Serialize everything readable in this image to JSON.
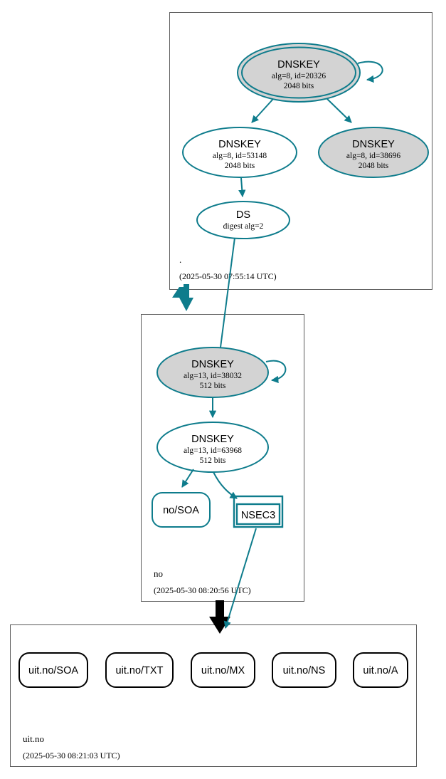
{
  "diagram": {
    "kind": "dnssec-authentication-chain",
    "colors": {
      "secure_teal": "#0e7c8c",
      "zone_border": "#5a5a5a",
      "node_gray_fill": "#d3d3d3",
      "node_white_fill": "#ffffff",
      "insecure_black": "#000000",
      "background": "#ffffff"
    }
  },
  "zones": [
    {
      "id": "root",
      "name": ".",
      "timestamp": "(2025-05-30 07:55:14 UTC)",
      "nodes": [
        {
          "id": "root-ksk",
          "type": "DNSKEY",
          "title": "DNSKEY",
          "line2": "alg=8, id=20326",
          "line3": "2048 bits",
          "shape": "doubleellipse",
          "fill": "#d3d3d3",
          "self_signed": true,
          "role": "ksk"
        },
        {
          "id": "root-zsk-53148",
          "type": "DNSKEY",
          "title": "DNSKEY",
          "line2": "alg=8, id=53148",
          "line3": "2048 bits",
          "shape": "ellipse",
          "fill": "#ffffff",
          "self_signed": false,
          "role": "zsk"
        },
        {
          "id": "root-zsk-38696",
          "type": "DNSKEY",
          "title": "DNSKEY",
          "line2": "alg=8, id=38696",
          "line3": "2048 bits",
          "shape": "ellipse",
          "fill": "#d3d3d3",
          "self_signed": false,
          "role": "zsk"
        },
        {
          "id": "root-ds",
          "type": "DS",
          "title": "DS",
          "line2": "digest alg=2",
          "line3": "",
          "shape": "ellipse",
          "fill": "#ffffff",
          "self_signed": false,
          "role": "ds"
        }
      ]
    },
    {
      "id": "no",
      "name": "no",
      "timestamp": "(2025-05-30 08:20:56 UTC)",
      "nodes": [
        {
          "id": "no-ksk",
          "type": "DNSKEY",
          "title": "DNSKEY",
          "line2": "alg=13, id=38032",
          "line3": "512 bits",
          "shape": "ellipse",
          "fill": "#d3d3d3",
          "self_signed": true,
          "role": "ksk"
        },
        {
          "id": "no-zsk",
          "type": "DNSKEY",
          "title": "DNSKEY",
          "line2": "alg=13, id=63968",
          "line3": "512 bits",
          "shape": "ellipse",
          "fill": "#ffffff",
          "self_signed": false,
          "role": "zsk"
        },
        {
          "id": "no-soa",
          "type": "RRset",
          "title": "no/SOA",
          "line2": "",
          "line3": "",
          "shape": "roundrect",
          "fill": "#ffffff",
          "self_signed": false,
          "role": "rrset"
        },
        {
          "id": "no-nsec3",
          "type": "NSEC3",
          "title": "NSEC3",
          "line2": "",
          "line3": "",
          "shape": "doublerect",
          "fill": "#ffffff",
          "self_signed": false,
          "role": "nsec3"
        }
      ]
    },
    {
      "id": "uit-no",
      "name": "uit.no",
      "timestamp": "(2025-05-30 08:21:03 UTC)",
      "nodes": [
        {
          "id": "uitno-soa",
          "type": "RRset",
          "title": "uit.no/SOA",
          "shape": "roundrect",
          "fill": "#ffffff",
          "role": "rrset"
        },
        {
          "id": "uitno-txt",
          "type": "RRset",
          "title": "uit.no/TXT",
          "shape": "roundrect",
          "fill": "#ffffff",
          "role": "rrset"
        },
        {
          "id": "uitno-mx",
          "type": "RRset",
          "title": "uit.no/MX",
          "shape": "roundrect",
          "fill": "#ffffff",
          "role": "rrset"
        },
        {
          "id": "uitno-ns",
          "type": "RRset",
          "title": "uit.no/NS",
          "shape": "roundrect",
          "fill": "#ffffff",
          "role": "rrset"
        },
        {
          "id": "uitno-a",
          "type": "RRset",
          "title": "uit.no/A",
          "shape": "roundrect",
          "fill": "#ffffff",
          "role": "rrset"
        }
      ]
    }
  ],
  "edges": [
    {
      "from": "root-ksk",
      "to": "root-ksk",
      "color": "#0e7c8c",
      "kind": "self-sign"
    },
    {
      "from": "root-ksk",
      "to": "root-zsk-53148",
      "color": "#0e7c8c",
      "kind": "sign"
    },
    {
      "from": "root-ksk",
      "to": "root-zsk-38696",
      "color": "#0e7c8c",
      "kind": "sign"
    },
    {
      "from": "root-zsk-53148",
      "to": "root-ds",
      "color": "#0e7c8c",
      "kind": "sign"
    },
    {
      "from": "root-ds",
      "to": "no-ksk",
      "color": "#0e7c8c",
      "kind": "ds-to-dnskey"
    },
    {
      "from": "root",
      "to": "no",
      "color": "#0e7c8c",
      "kind": "delegation"
    },
    {
      "from": "no-ksk",
      "to": "no-ksk",
      "color": "#0e7c8c",
      "kind": "self-sign"
    },
    {
      "from": "no-ksk",
      "to": "no-zsk",
      "color": "#0e7c8c",
      "kind": "sign"
    },
    {
      "from": "no-zsk",
      "to": "no-soa",
      "color": "#0e7c8c",
      "kind": "sign"
    },
    {
      "from": "no-zsk",
      "to": "no-nsec3",
      "color": "#0e7c8c",
      "kind": "sign"
    },
    {
      "from": "no-nsec3",
      "to": "uit-no",
      "color": "#0e7c8c",
      "kind": "nsec3-proof"
    },
    {
      "from": "no",
      "to": "uit-no",
      "color": "#000000",
      "kind": "insecure-delegation"
    }
  ]
}
